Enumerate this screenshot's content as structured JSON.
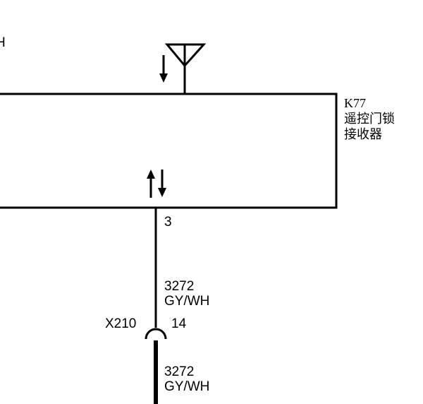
{
  "edge_label": "H",
  "module": {
    "ref": "K77",
    "name_line1": "遥控门锁",
    "name_line2": "接收器"
  },
  "pin": {
    "number": "3"
  },
  "wire_upper": {
    "circuit": "3272",
    "color_code": "GY/WH"
  },
  "connector": {
    "ref": "X210",
    "pin": "14"
  },
  "wire_lower": {
    "circuit": "3272",
    "color_code": "GY/WH"
  },
  "colors": {
    "line": "#000000",
    "background": "#ffffff"
  }
}
